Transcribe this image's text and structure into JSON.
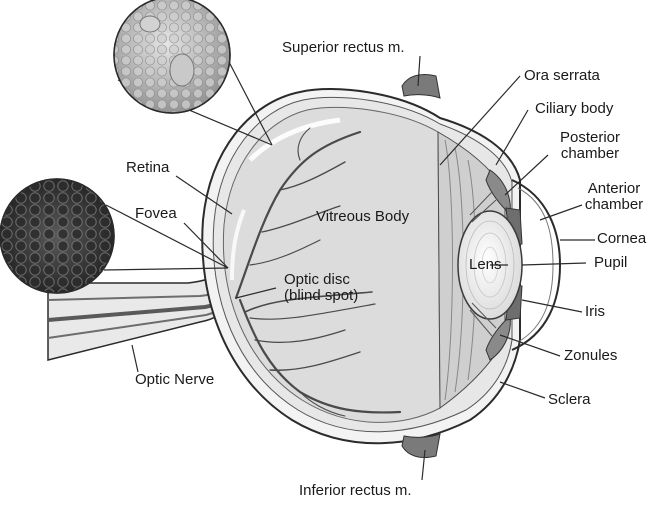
{
  "labels": {
    "superior_rectus": "Superior rectus m.",
    "ora_serrata": "Ora serrata",
    "ciliary_body": "Ciliary body",
    "posterior_chamber_1": "Posterior",
    "posterior_chamber_2": "chamber",
    "anterior_chamber_1": "Anterior",
    "anterior_chamber_2": "chamber",
    "cornea": "Cornea",
    "pupil": "Pupil",
    "iris": "Iris",
    "zonules": "Zonules",
    "sclera": "Sclera",
    "inferior_rectus": "Inferior rectus m.",
    "retina": "Retina",
    "fovea": "Fovea",
    "vitreous_body": "Vitreous Body",
    "lens": "Lens",
    "optic_disc_1": "Optic disc",
    "optic_disc_2": "(blind spot)",
    "optic_nerve": "Optic Nerve"
  },
  "colors": {
    "outline": "#2b2b2b",
    "vitreous": "#dedede",
    "sclera": "#f2f2f2",
    "vessel": "#4a4a4a",
    "ciliary": "#8a8a8a",
    "muscle": "#7a7a7a"
  }
}
